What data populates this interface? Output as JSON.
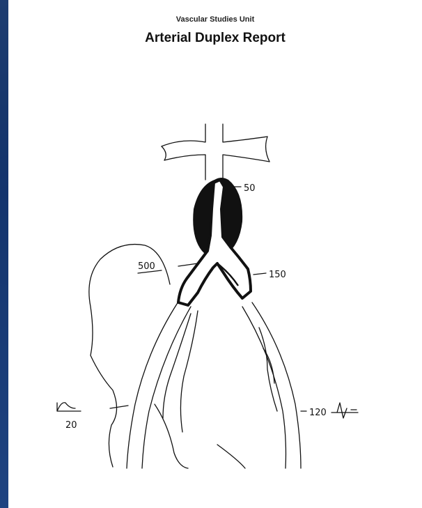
{
  "report": {
    "unit": "Vascular Studies Unit",
    "title": "Arterial Duplex Report"
  },
  "annotations": {
    "aorta_top": "50",
    "right_iliac": "500",
    "left_iliac": "150",
    "left_femoral": "120",
    "right_femoral": "20"
  },
  "colors": {
    "background": "#13397a",
    "paper": "#ffffff",
    "ink": "#111111"
  }
}
